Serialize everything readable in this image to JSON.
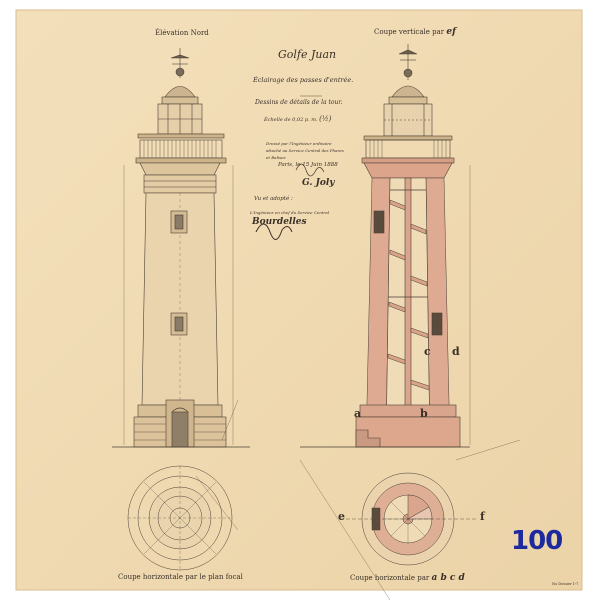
{
  "sheet": {
    "title_left": "Élévation Nord",
    "title_right": "Coupe verticale par",
    "title_right_ref": "ef",
    "header_place": "Golfe Juan",
    "header_subject": "Éclairage des passes d'entrée.",
    "header_detail": "Dessins de détails de la tour.",
    "header_scale": "Échelle de 0,02 p. m.",
    "header_scale_note": "(½)",
    "approval_lines": [
      "Dressé par l'Ingénieur ordinaire",
      "attaché au Service Central des Phares",
      "et Balises",
      "Paris, le 15 Juin 1888"
    ],
    "approval_signature": "G. Joly",
    "vu_line1": "Vu et adopté :",
    "vu_line2": "L'Ingénieur en chef du Service Central",
    "vu_signature": "Bourdelles",
    "caption_left": "Coupe horizontale par le plan focal",
    "caption_right": "Coupe horizontale par",
    "caption_right_ref": "a b c d",
    "section_letters": {
      "a": "a",
      "b": "b",
      "c": "c",
      "d": "d",
      "e": "e",
      "f": "f"
    },
    "stamp_number": "100",
    "corner_note": "No Dossier 1-7"
  },
  "colors": {
    "paper": "#f1dcb4",
    "ink": "#3a3128",
    "wash_red": "#d9a188",
    "stamp_blue": "#1d2a9e"
  }
}
